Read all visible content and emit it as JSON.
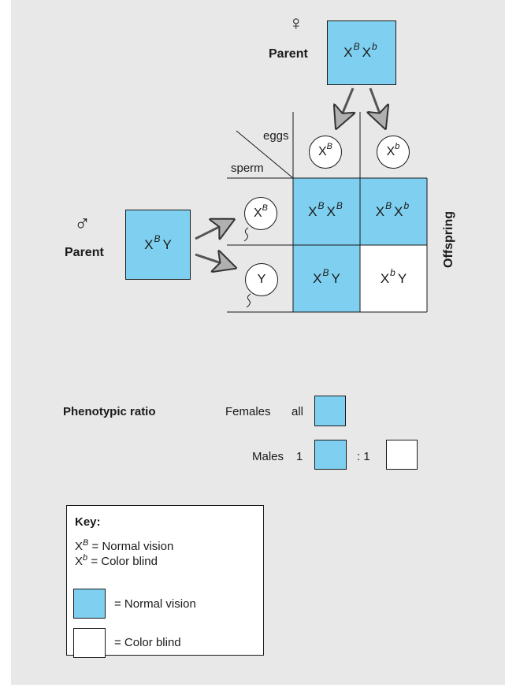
{
  "female_parent": {
    "symbol": "♀",
    "label": "Parent",
    "genotype": [
      "X",
      "B",
      "X",
      "b"
    ]
  },
  "male_parent": {
    "symbol": "♂",
    "label": "Parent",
    "genotype": [
      "X",
      "B",
      "Y"
    ]
  },
  "punnett": {
    "eggs_label": "eggs",
    "sperm_label": "sperm",
    "egg_alleles": [
      {
        "base": "X",
        "sup": "B"
      },
      {
        "base": "X",
        "sup": "b"
      }
    ],
    "sperm_alleles": [
      {
        "base": "X",
        "sup": "B"
      },
      {
        "base": "Y",
        "sup": ""
      }
    ],
    "cells": [
      {
        "genotype": "XBXB",
        "base1": "X",
        "sup1": "B",
        "base2": "X",
        "sup2": "B",
        "phenotype": "normal"
      },
      {
        "genotype": "XBXb",
        "base1": "X",
        "sup1": "B",
        "base2": "X",
        "sup2": "b",
        "phenotype": "normal"
      },
      {
        "genotype": "XBY",
        "base1": "X",
        "sup1": "B",
        "base2": "Y",
        "sup2": "",
        "phenotype": "normal"
      },
      {
        "genotype": "XbY",
        "base1": "X",
        "sup1": "b",
        "base2": "Y",
        "sup2": "",
        "phenotype": "colorblind"
      }
    ],
    "offspring_label": "Offspring"
  },
  "phenotypic_ratio": {
    "title": "Phenotypic ratio",
    "females_label": "Females",
    "females_value": "all",
    "males_label": "Males",
    "males_first": "1",
    "males_sep": ": 1"
  },
  "key": {
    "title": "Key:",
    "line1_base": "X",
    "line1_sup": "B",
    "line1_text": "= Normal vision",
    "line2_base": "X",
    "line2_sup": "b",
    "line2_text": "= Color blind",
    "swatch_normal_label": "= Normal vision",
    "swatch_colorblind_label": "= Color blind"
  },
  "colors": {
    "normal_vision": "#7fd0f0",
    "color_blind": "#ffffff",
    "background": "#e8e8e8"
  }
}
